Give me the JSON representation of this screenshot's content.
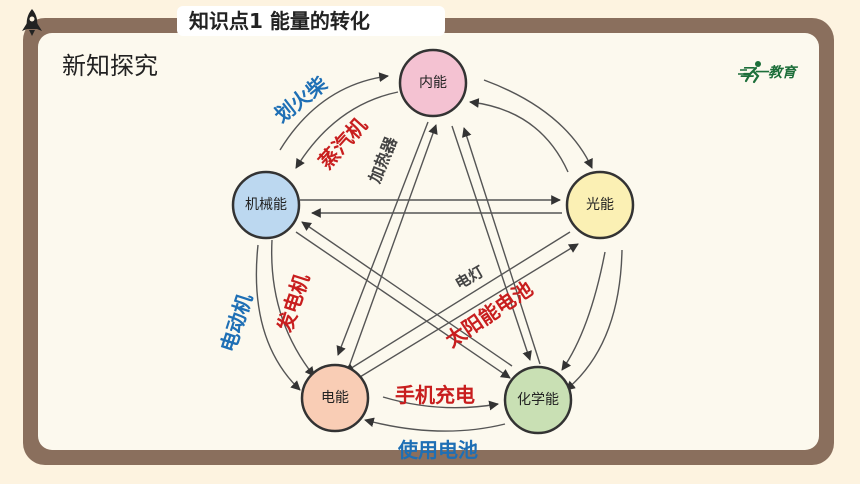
{
  "header": {
    "tab_title": "知识点1   能量的转化"
  },
  "section_title": "新知探究",
  "logo_text": "二一教育",
  "nodes": {
    "internal": "内能",
    "mechanical": "机械能",
    "light": "光能",
    "electric": "电能",
    "chemical": "化学能"
  },
  "labels": {
    "match": "划火柴",
    "steam_engine": "蒸汽机",
    "heater": "加热器",
    "electric_lamp": "电灯",
    "solar_cell": "太阳能电池",
    "motor": "电动机",
    "generator": "发电机",
    "phone_charging": "手机充电",
    "using_battery": "使用电池"
  },
  "colors": {
    "board": "#8a6f5d",
    "red_label": "#c81e1e",
    "blue_label": "#1e6fb5",
    "internal": "#f4c2d2",
    "mechanical": "#bcd8f0",
    "light": "#fbf0b4",
    "electric": "#f9cdb5",
    "chemical": "#c9e0b4"
  }
}
